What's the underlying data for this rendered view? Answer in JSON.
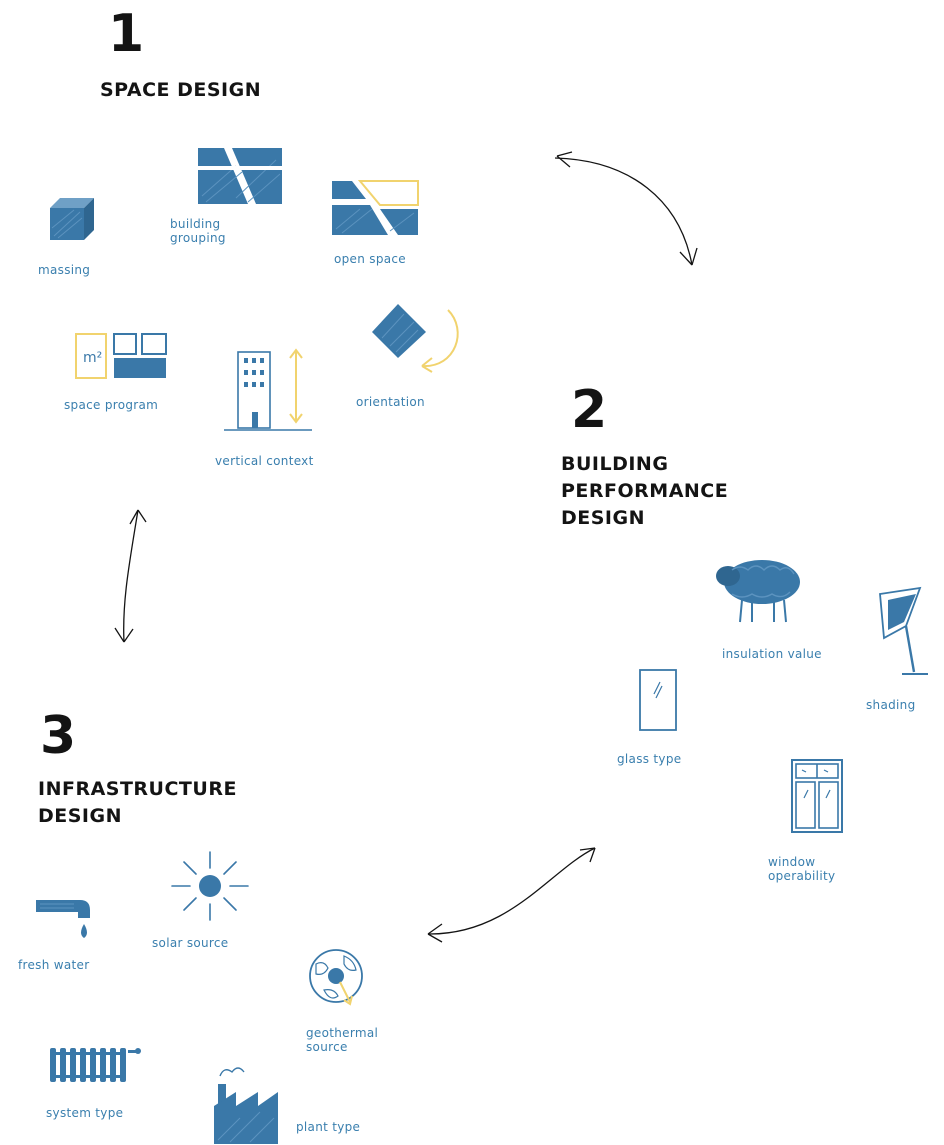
{
  "colors": {
    "icon_blue": "#3a78a8",
    "accent_yellow": "#f1d36e",
    "ink": "#141414",
    "label_blue": "#3a7fae"
  },
  "sections": [
    {
      "number": "1",
      "title": [
        "SPACE DESIGN"
      ]
    },
    {
      "number": "2",
      "title": [
        "BUILDING",
        "PERFORMANCE",
        "DESIGN"
      ]
    },
    {
      "number": "3",
      "title": [
        "INFRASTRUCTURE",
        "DESIGN"
      ]
    }
  ],
  "labels": {
    "massing": "massing",
    "building_grouping": [
      "building",
      "grouping"
    ],
    "open_space": "open space",
    "orientation": "orientation",
    "space_program": "space program",
    "vertical_context": "vertical context",
    "insulation_value": "insulation value",
    "shading": "shading",
    "glass_type": "glass type",
    "window_operability": [
      "window",
      "operability"
    ],
    "fresh_water": "fresh water",
    "solar_source": "solar source",
    "geothermal_source": [
      "geothermal",
      "source"
    ],
    "system_type": "system type",
    "plant_type": "plant type"
  },
  "icons": {
    "massing": "cube-icon",
    "building_grouping": "building-grouping-icon",
    "open_space": "open-space-icon",
    "orientation": "orientation-icon",
    "space_program": "space-program-icon",
    "vertical_context": "vertical-context-icon",
    "insulation_value": "sheep-icon",
    "shading": "shading-icon",
    "glass_type": "glass-pane-icon",
    "window_operability": "window-icon",
    "fresh_water": "faucet-icon",
    "solar_source": "sun-icon",
    "geothermal_source": "globe-icon",
    "system_type": "radiator-icon",
    "plant_type": "factory-icon"
  }
}
